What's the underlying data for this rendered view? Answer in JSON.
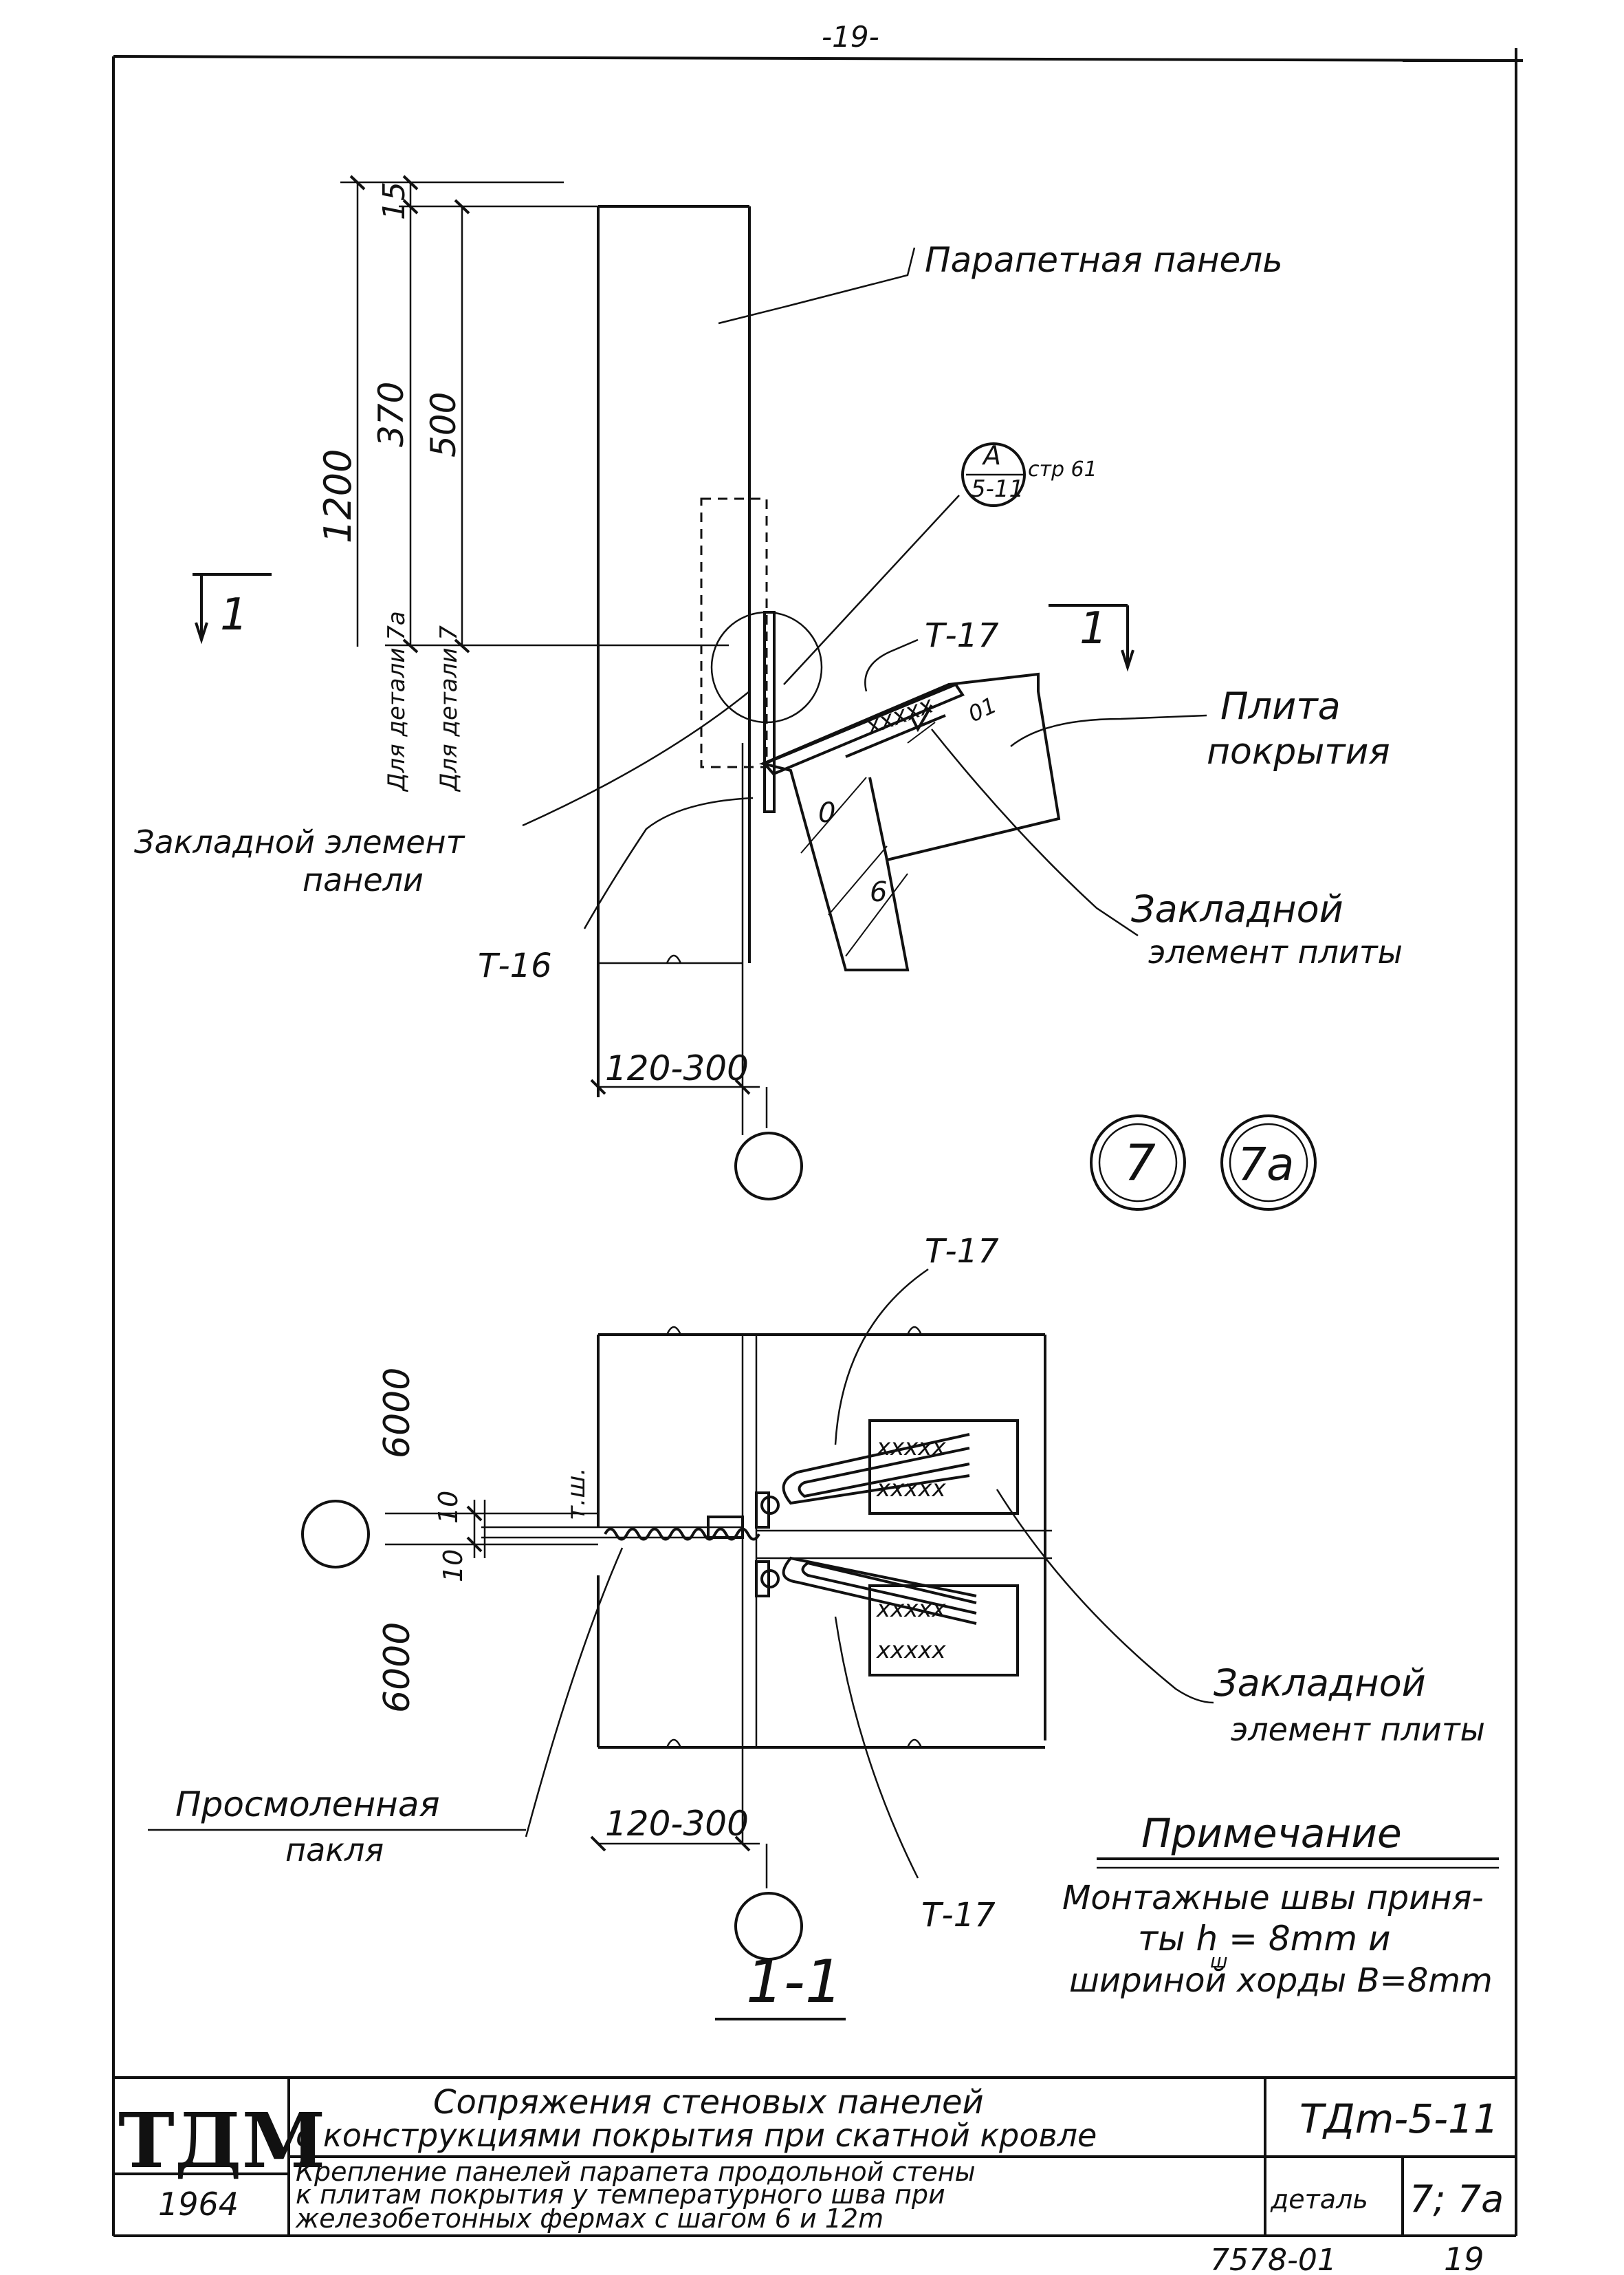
{
  "page_number_top": "-19-",
  "sheet_number_bottom": "19",
  "archive_code": "7578-01",
  "labels": {
    "parapet_panel": "Парапетная панель",
    "roof_slab_1": "Плита",
    "roof_slab_2": "покрытия",
    "panel_embed_1": "Закладной элемент",
    "panel_embed_2": "панели",
    "slab_embed_1": "Закладной",
    "slab_embed_2": "элемент плиты",
    "slab_embed_b1": "Закладной",
    "slab_embed_b2": "элемент плиты",
    "oakum_1": "Просмоленная",
    "oakum_2": "пакля",
    "t17_top": "Т-17",
    "t16": "Т-16",
    "t17_mid": "Т-17",
    "t17_bot": "Т-17",
    "temp_joint": "т.ш.",
    "ref_letter": "А",
    "ref_sheet": "5-11",
    "ref_page": "стр 61",
    "section_mark_left": "1",
    "section_mark_right": "1",
    "section_title": "1-1"
  },
  "dimensions": {
    "d15": "15",
    "d370": "370",
    "d500": "500",
    "d1200": "1200",
    "for_7a": "Для детали 7а",
    "for_7": "Для детали 7",
    "width_top": "120-300",
    "width_bot": "120-300",
    "d6000_top": "6000",
    "d6000_bot": "6000",
    "d10a": "10",
    "d10b": "10"
  },
  "detail_marks": [
    "7",
    "7а"
  ],
  "note": {
    "title": "Примечание",
    "line1": "Монтажные швы приня-",
    "line2": "ты h = 8mm и",
    "line2_sub": "ш",
    "line3": "шириной хорды В=8mm"
  },
  "title_block": {
    "logo": "ТДМ",
    "year": "1964",
    "title_1": "Сопряжения стеновых панелей",
    "title_2": "с конструкциями покрытия при скатной кровле",
    "desc_1": "Крепление панелей парапета продольной стены",
    "desc_2": "к плитам покрытия у температурного шва при",
    "desc_3": "железобетонных фермах с шагом 6 и 12m",
    "code": "ТДm-5-11",
    "detail_label": "деталь",
    "detail_value": "7; 7а"
  }
}
